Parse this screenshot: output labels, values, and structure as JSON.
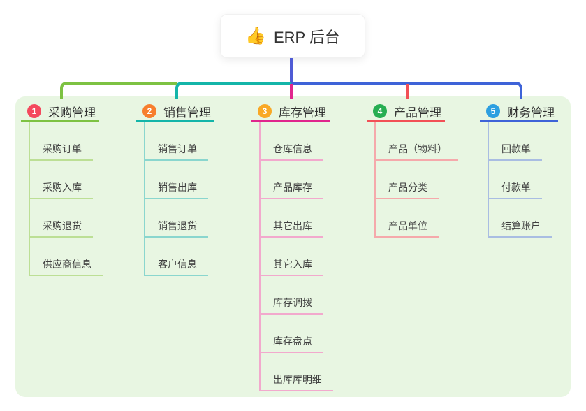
{
  "root": {
    "icon": "thumbs-up",
    "label": "ERP 后台"
  },
  "palette": {
    "canvas_bg": "#ffffff",
    "panel_bg": "#e8f6e2",
    "root_line": "#4f5bd5",
    "text": "#333333"
  },
  "branches": [
    {
      "num": "1",
      "label": "采购管理",
      "badge_color": "#f4495d",
      "line_color": "#7dc242",
      "child_line_color": "#bcdf95",
      "children": [
        "采购订单",
        "采购入库",
        "采购退货",
        "供应商信息"
      ]
    },
    {
      "num": "2",
      "label": "销售管理",
      "badge_color": "#f77e2d",
      "line_color": "#14b5a9",
      "child_line_color": "#8ad6ce",
      "children": [
        "销售订单",
        "销售出库",
        "销售退货",
        "客户信息"
      ]
    },
    {
      "num": "3",
      "label": "库存管理",
      "badge_color": "#f9a825",
      "line_color": "#e0268d",
      "child_line_color": "#f2a9cd",
      "children": [
        "仓库信息",
        "产品库存",
        "其它出库",
        "其它入库",
        "库存调拨",
        "库存盘点",
        "出库库明细"
      ]
    },
    {
      "num": "4",
      "label": "产品管理",
      "badge_color": "#27ae52",
      "line_color": "#f25056",
      "child_line_color": "#f5a9ab",
      "children": [
        "产品（物料）",
        "产品分类",
        "产品单位"
      ]
    },
    {
      "num": "5",
      "label": "财务管理",
      "badge_color": "#2d9fe0",
      "line_color": "#3e63d8",
      "child_line_color": "#a9bde2",
      "children": [
        "回款单",
        "付款单",
        "结算账户"
      ]
    }
  ]
}
